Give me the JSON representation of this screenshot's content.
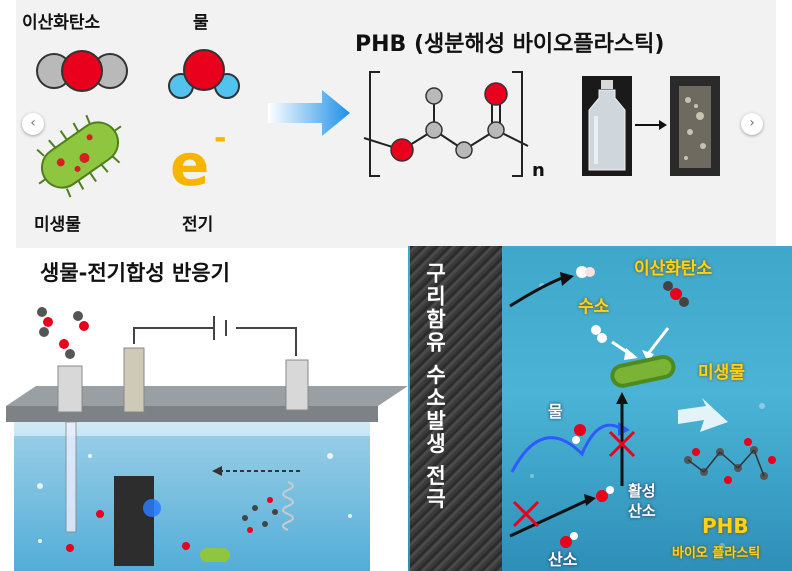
{
  "top": {
    "labels": {
      "co2": "이산화탄소",
      "water": "물",
      "microbe": "미생물",
      "electricity": "전기",
      "electron_symbol": "e",
      "electron_superscript": "-"
    },
    "phb_title": "PHB (생분해성 바이오플라스틱)",
    "polymer_subscript": "n",
    "nav": {
      "prev": "‹",
      "next": "›"
    }
  },
  "reactor": {
    "title": "생물-전기합성 반응기"
  },
  "detail": {
    "electrode_label": "구리함유 수소발생 전극",
    "co2": "이산화탄소",
    "hydrogen": "수소",
    "microbe": "미생물",
    "water": "물",
    "active_oxygen": [
      "활성",
      "산소"
    ],
    "oxygen": "산소",
    "phb": "PHB",
    "bioplastic": "바이오 플라스틱"
  },
  "colors": {
    "carbon": "#b9b9b9",
    "oxygen": "#e8001c",
    "hydrogen": "#52c3ef",
    "microbe": "#8ec63f",
    "electron": "#f7b500",
    "arrow": "#39a6e9",
    "water_panel": "#43abd0"
  }
}
